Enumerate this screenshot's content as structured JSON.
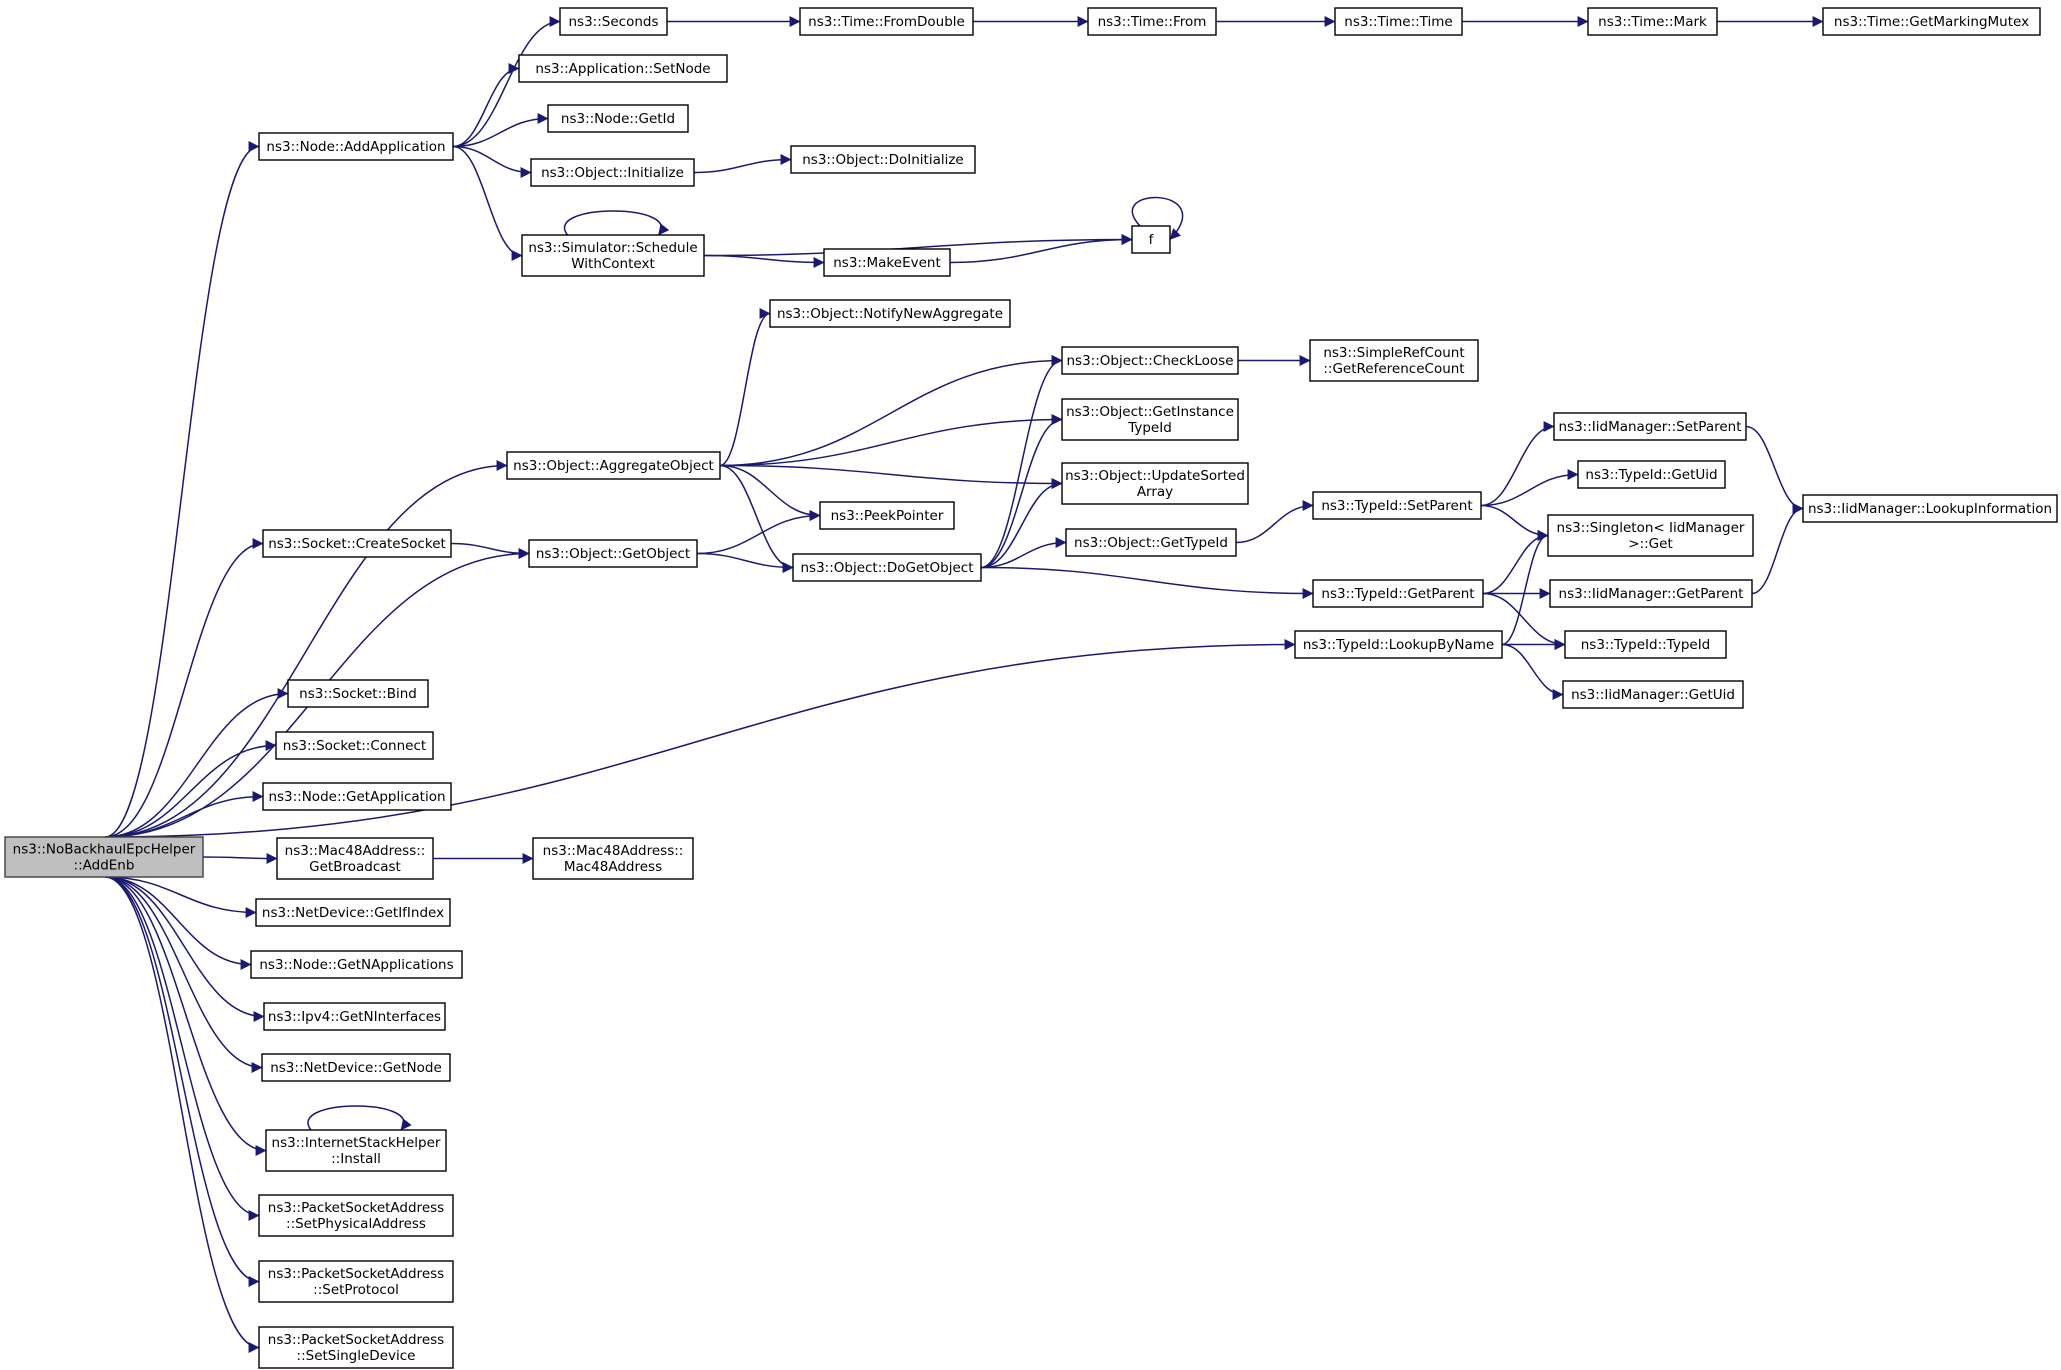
{
  "graph": {
    "root": "addenb",
    "nodes": [
      {
        "id": "addenb",
        "lines": [
          "ns3::NoBackhaulEpcHelper",
          "::AddEnb"
        ],
        "root": true
      },
      {
        "id": "addapp",
        "lines": [
          "ns3::Node::AddApplication"
        ]
      },
      {
        "id": "seconds",
        "lines": [
          "ns3::Seconds"
        ]
      },
      {
        "id": "fromdouble",
        "lines": [
          "ns3::Time::FromDouble"
        ]
      },
      {
        "id": "from",
        "lines": [
          "ns3::Time::From"
        ]
      },
      {
        "id": "timetime",
        "lines": [
          "ns3::Time::Time"
        ]
      },
      {
        "id": "mark",
        "lines": [
          "ns3::Time::Mark"
        ]
      },
      {
        "id": "getmarkingmutex",
        "lines": [
          "ns3::Time::GetMarkingMutex"
        ]
      },
      {
        "id": "setnode",
        "lines": [
          "ns3::Application::SetNode"
        ]
      },
      {
        "id": "nodegetid",
        "lines": [
          "ns3::Node::GetId"
        ]
      },
      {
        "id": "objinit",
        "lines": [
          "ns3::Object::Initialize"
        ]
      },
      {
        "id": "doinit",
        "lines": [
          "ns3::Object::DoInitialize"
        ]
      },
      {
        "id": "schedctx",
        "lines": [
          "ns3::Simulator::Schedule",
          "WithContext"
        ]
      },
      {
        "id": "f",
        "lines": [
          "f"
        ]
      },
      {
        "id": "makeevent",
        "lines": [
          "ns3::MakeEvent"
        ]
      },
      {
        "id": "notifyagg",
        "lines": [
          "ns3::Object::NotifyNewAggregate"
        ]
      },
      {
        "id": "checkloose",
        "lines": [
          "ns3::Object::CheckLoose"
        ]
      },
      {
        "id": "getrefcount",
        "lines": [
          "ns3::SimpleRefCount",
          "::GetReferenceCount"
        ]
      },
      {
        "id": "getinsttype",
        "lines": [
          "ns3::Object::GetInstance",
          "TypeId"
        ]
      },
      {
        "id": "updatesorted",
        "lines": [
          "ns3::Object::UpdateSorted",
          "Array"
        ]
      },
      {
        "id": "aggobj",
        "lines": [
          "ns3::Object::AggregateObject"
        ]
      },
      {
        "id": "peekptr",
        "lines": [
          "ns3::PeekPointer"
        ]
      },
      {
        "id": "createsock",
        "lines": [
          "ns3::Socket::CreateSocket"
        ]
      },
      {
        "id": "getobj",
        "lines": [
          "ns3::Object::GetObject"
        ]
      },
      {
        "id": "dogetobj",
        "lines": [
          "ns3::Object::DoGetObject"
        ]
      },
      {
        "id": "gettypeid",
        "lines": [
          "ns3::Object::GetTypeId"
        ]
      },
      {
        "id": "tsetparent",
        "lines": [
          "ns3::TypeId::SetParent"
        ]
      },
      {
        "id": "isetparent",
        "lines": [
          "ns3::IidManager::SetParent"
        ]
      },
      {
        "id": "tgetuid",
        "lines": [
          "ns3::TypeId::GetUid"
        ]
      },
      {
        "id": "singleton",
        "lines": [
          "ns3::Singleton< IidManager",
          " >::Get"
        ]
      },
      {
        "id": "lookupinfo",
        "lines": [
          "ns3::IidManager::LookupInformation"
        ]
      },
      {
        "id": "tgetparent",
        "lines": [
          "ns3::TypeId::GetParent"
        ]
      },
      {
        "id": "igetparent",
        "lines": [
          "ns3::IidManager::GetParent"
        ]
      },
      {
        "id": "lookupbyname",
        "lines": [
          "ns3::TypeId::LookupByName"
        ]
      },
      {
        "id": "typeidctor",
        "lines": [
          "ns3::TypeId::TypeId"
        ]
      },
      {
        "id": "igetuid",
        "lines": [
          "ns3::IidManager::GetUid"
        ]
      },
      {
        "id": "bind",
        "lines": [
          "ns3::Socket::Bind"
        ]
      },
      {
        "id": "connect",
        "lines": [
          "ns3::Socket::Connect"
        ]
      },
      {
        "id": "getapp",
        "lines": [
          "ns3::Node::GetApplication"
        ]
      },
      {
        "id": "getbcast",
        "lines": [
          "ns3::Mac48Address::",
          "GetBroadcast"
        ]
      },
      {
        "id": "mac48ctor",
        "lines": [
          "ns3::Mac48Address::",
          "Mac48Address"
        ]
      },
      {
        "id": "getifindex",
        "lines": [
          "ns3::NetDevice::GetIfIndex"
        ]
      },
      {
        "id": "getnapps",
        "lines": [
          "ns3::Node::GetNApplications"
        ]
      },
      {
        "id": "getnifaces",
        "lines": [
          "ns3::Ipv4::GetNInterfaces"
        ]
      },
      {
        "id": "getnode",
        "lines": [
          "ns3::NetDevice::GetNode"
        ]
      },
      {
        "id": "install",
        "lines": [
          "ns3::InternetStackHelper",
          "::Install"
        ]
      },
      {
        "id": "setphys",
        "lines": [
          "ns3::PacketSocketAddress",
          "::SetPhysicalAddress"
        ]
      },
      {
        "id": "setproto",
        "lines": [
          "ns3::PacketSocketAddress",
          "::SetProtocol"
        ]
      },
      {
        "id": "setsingle",
        "lines": [
          "ns3::PacketSocketAddress",
          "::SetSingleDevice"
        ]
      }
    ],
    "edges": [
      {
        "from": "addenb",
        "to": "addapp"
      },
      {
        "from": "addenb",
        "to": "aggobj"
      },
      {
        "from": "addenb",
        "to": "createsock"
      },
      {
        "from": "addenb",
        "to": "getobj"
      },
      {
        "from": "addenb",
        "to": "lookupbyname"
      },
      {
        "from": "addenb",
        "to": "bind"
      },
      {
        "from": "addenb",
        "to": "connect"
      },
      {
        "from": "addenb",
        "to": "getapp"
      },
      {
        "from": "addenb",
        "to": "getbcast"
      },
      {
        "from": "addenb",
        "to": "getifindex"
      },
      {
        "from": "addenb",
        "to": "getnapps"
      },
      {
        "from": "addenb",
        "to": "getnifaces"
      },
      {
        "from": "addenb",
        "to": "getnode"
      },
      {
        "from": "addenb",
        "to": "install"
      },
      {
        "from": "addenb",
        "to": "setphys"
      },
      {
        "from": "addenb",
        "to": "setproto"
      },
      {
        "from": "addenb",
        "to": "setsingle"
      },
      {
        "from": "addapp",
        "to": "seconds"
      },
      {
        "from": "addapp",
        "to": "setnode"
      },
      {
        "from": "addapp",
        "to": "nodegetid"
      },
      {
        "from": "addapp",
        "to": "objinit"
      },
      {
        "from": "addapp",
        "to": "schedctx"
      },
      {
        "from": "seconds",
        "to": "fromdouble"
      },
      {
        "from": "fromdouble",
        "to": "from"
      },
      {
        "from": "from",
        "to": "timetime"
      },
      {
        "from": "timetime",
        "to": "mark"
      },
      {
        "from": "mark",
        "to": "getmarkingmutex"
      },
      {
        "from": "objinit",
        "to": "doinit"
      },
      {
        "from": "schedctx",
        "to": "schedctx"
      },
      {
        "from": "schedctx",
        "to": "f"
      },
      {
        "from": "schedctx",
        "to": "makeevent"
      },
      {
        "from": "f",
        "to": "f"
      },
      {
        "from": "makeevent",
        "to": "f"
      },
      {
        "from": "aggobj",
        "to": "notifyagg"
      },
      {
        "from": "aggobj",
        "to": "checkloose"
      },
      {
        "from": "aggobj",
        "to": "getinsttype"
      },
      {
        "from": "aggobj",
        "to": "updatesorted"
      },
      {
        "from": "aggobj",
        "to": "peekptr"
      },
      {
        "from": "aggobj",
        "to": "dogetobj"
      },
      {
        "from": "checkloose",
        "to": "getrefcount"
      },
      {
        "from": "createsock",
        "to": "getobj"
      },
      {
        "from": "getobj",
        "to": "peekptr"
      },
      {
        "from": "getobj",
        "to": "dogetobj"
      },
      {
        "from": "dogetobj",
        "to": "checkloose"
      },
      {
        "from": "dogetobj",
        "to": "getinsttype"
      },
      {
        "from": "dogetobj",
        "to": "updatesorted"
      },
      {
        "from": "dogetobj",
        "to": "gettypeid"
      },
      {
        "from": "dogetobj",
        "to": "tgetparent"
      },
      {
        "from": "gettypeid",
        "to": "tsetparent"
      },
      {
        "from": "tsetparent",
        "to": "isetparent"
      },
      {
        "from": "tsetparent",
        "to": "tgetuid"
      },
      {
        "from": "tsetparent",
        "to": "singleton"
      },
      {
        "from": "isetparent",
        "to": "lookupinfo"
      },
      {
        "from": "tgetparent",
        "to": "singleton"
      },
      {
        "from": "tgetparent",
        "to": "igetparent"
      },
      {
        "from": "tgetparent",
        "to": "typeidctor"
      },
      {
        "from": "igetparent",
        "to": "lookupinfo"
      },
      {
        "from": "lookupbyname",
        "to": "singleton"
      },
      {
        "from": "lookupbyname",
        "to": "typeidctor"
      },
      {
        "from": "lookupbyname",
        "to": "igetuid"
      },
      {
        "from": "getbcast",
        "to": "mac48ctor"
      },
      {
        "from": "install",
        "to": "install"
      }
    ]
  }
}
